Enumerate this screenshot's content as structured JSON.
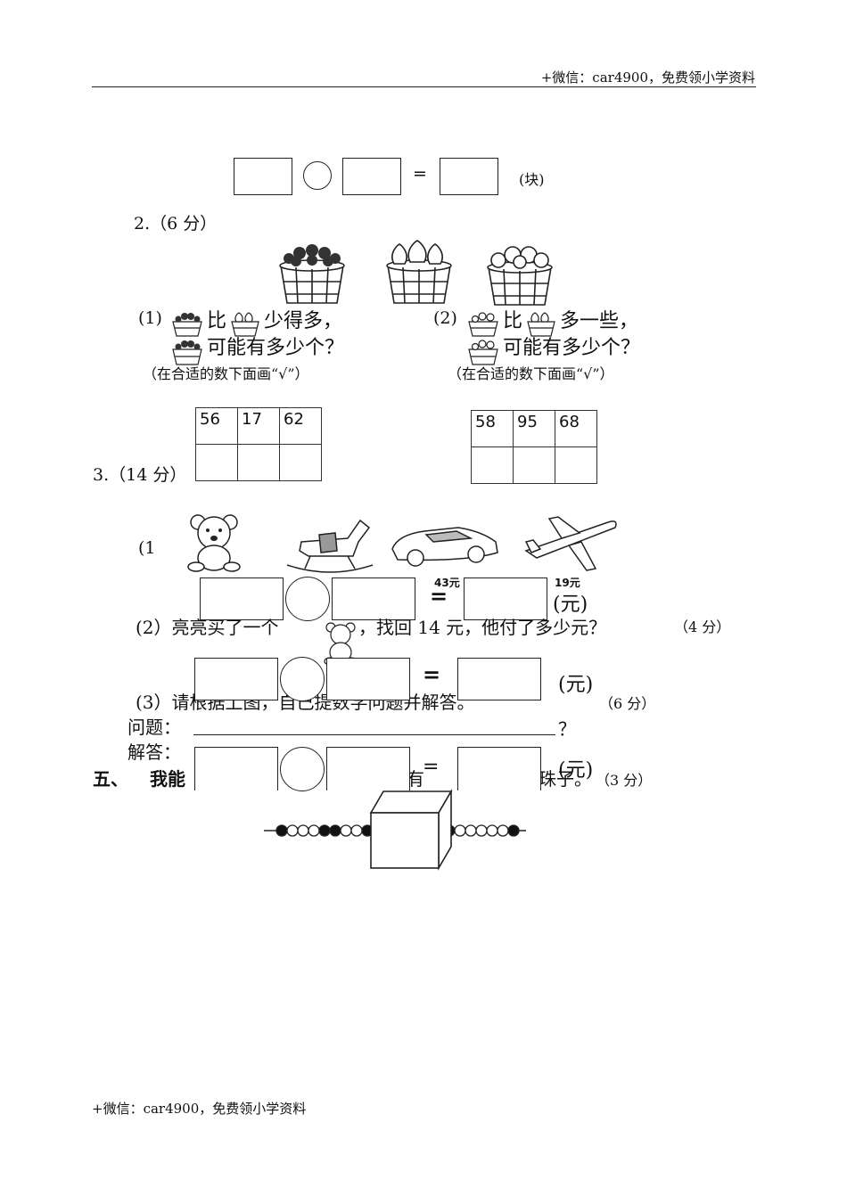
{
  "header": {
    "text": "+微信：car4900，免费领小学资料"
  },
  "footer": {
    "text": "+微信：car4900，免费领小学资料"
  },
  "q1": {
    "unit": "(块)",
    "equals": "="
  },
  "q2": {
    "label": "2.（6 分）",
    "part1": {
      "num": "(1)",
      "line1_a": "比",
      "line1_b": "少得多，",
      "line2": "可能有多少个？",
      "hint": "（在合适的数下面画“√”）",
      "numbers": [
        "56",
        "17",
        "62"
      ]
    },
    "part2": {
      "num": "(2)",
      "line1_a": "比",
      "line1_b": "多一些，",
      "line2": "可能有多少个？",
      "hint": "（在合适的数下面画“√”）",
      "numbers": [
        "58",
        "95",
        "68"
      ]
    }
  },
  "q3": {
    "label": "3.（14 分）",
    "p1_num": "(1",
    "prices": {
      "car": "43元",
      "plane": "19元"
    },
    "unit": "(元)",
    "equals": "=",
    "p2": {
      "a": "(2）亮亮买了一个",
      "b": "，找回 14 元，他付了多少元？",
      "score": "（4 分）"
    },
    "p3": {
      "text": "(3）请根据上图，自己提数学问题并解答。",
      "score": "（6 分）"
    },
    "question_label": "问题：",
    "question_end": "？",
    "answer_label": "解答："
  },
  "q5": {
    "num": "五、",
    "a": "我能",
    "b": "有",
    "c": "珠子。",
    "score": "（3 分）"
  }
}
